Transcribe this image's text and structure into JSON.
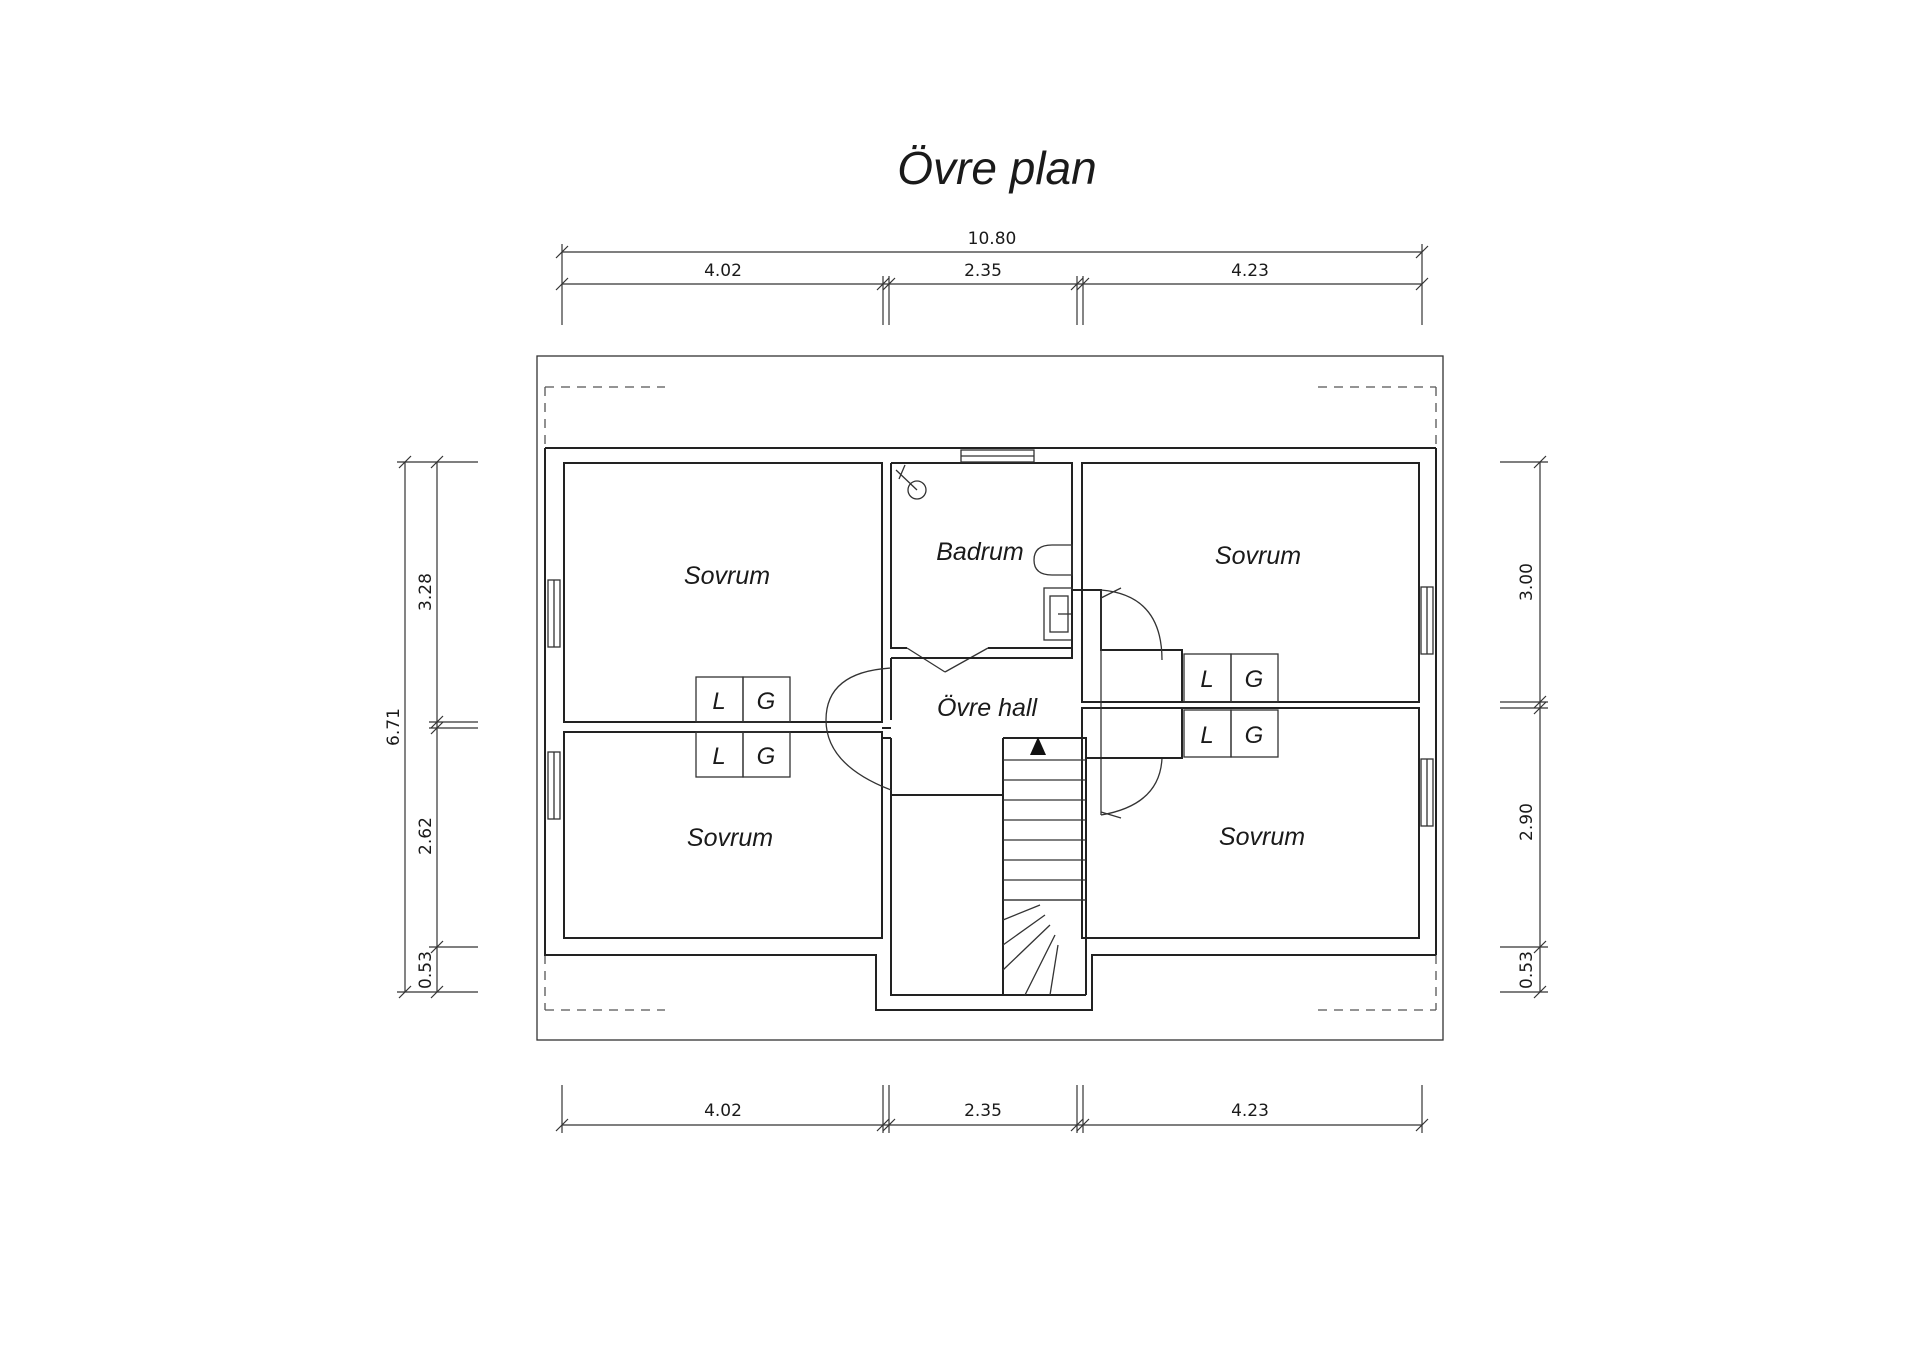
{
  "title": "Övre plan",
  "rooms": {
    "sovrum_nw": "Sovrum",
    "sovrum_sw": "Sovrum",
    "sovrum_ne": "Sovrum",
    "sovrum_se": "Sovrum",
    "badrum": "Badrum",
    "hall": "Övre hall"
  },
  "closets": {
    "left_upper": [
      "L",
      "G"
    ],
    "left_lower": [
      "L",
      "G"
    ],
    "right_upper": [
      "L",
      "G"
    ],
    "right_lower": [
      "L",
      "G"
    ]
  },
  "dimensions": {
    "top_total": "10.80",
    "top": [
      "4.02",
      "2.35",
      "4.23"
    ],
    "bottom": [
      "4.02",
      "2.35",
      "4.23"
    ],
    "left_total": "6.71",
    "left": [
      "3.28",
      "2.62",
      "0.53"
    ],
    "right": [
      "3.00",
      "2.90",
      "0.53"
    ]
  }
}
